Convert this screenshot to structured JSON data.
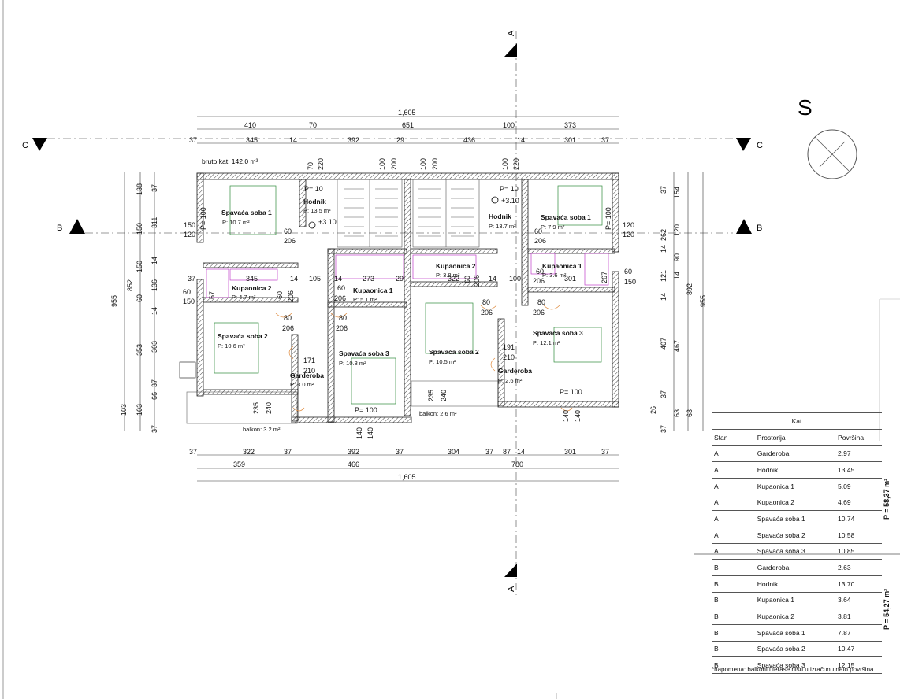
{
  "compass": "S",
  "sections": {
    "a": "A",
    "b": "B",
    "c": "C"
  },
  "bruto": "bruto kat: 142.0 m²",
  "dims_top": {
    "total": "1,605",
    "row2": [
      "410",
      "70",
      "651",
      "100",
      "373"
    ],
    "row3": [
      "37",
      "345",
      "14",
      "392",
      "29",
      "436",
      "14",
      "301",
      "37"
    ]
  },
  "dims_bottom": {
    "row1": [
      "37",
      "322",
      "37",
      "392",
      "37",
      "304",
      "37",
      "87",
      "14",
      "301",
      "37"
    ],
    "row2": [
      "359",
      "466",
      "780"
    ],
    "total": "1,605"
  },
  "dims_left": {
    "outer": "955",
    "mid": "852",
    "col3": [
      "138",
      "150",
      "150",
      "60",
      "353",
      "103"
    ],
    "col4": [
      "37",
      "311",
      "14",
      "136",
      "14",
      "303",
      "37",
      "66",
      "37",
      "103"
    ]
  },
  "dims_right": {
    "outer": "955",
    "mid": "892",
    "col1": [
      "37",
      "262",
      "14",
      "121",
      "14",
      "407",
      "37",
      "26",
      "37"
    ],
    "col2": [
      "154",
      "120",
      "90",
      "14",
      "467",
      "63",
      "63"
    ]
  },
  "openings": {
    "w150": "150",
    "w120": "120",
    "w60": "60",
    "w206": "206",
    "w80": "80",
    "w100": "100",
    "w70": "70",
    "w220": "220",
    "w200": "200",
    "w171": "171",
    "w210": "210",
    "w191": "191",
    "w235": "235",
    "w240": "240",
    "w140": "140",
    "w345": "345",
    "w105": "105",
    "w273": "273",
    "w322": "322",
    "w301": "301",
    "w29": "29",
    "w14": "14",
    "w67": "67",
    "w267": "267",
    "p100": "P= 100",
    "p10": "P= 10",
    "level": "+3.10"
  },
  "rooms": {
    "a_spav1": {
      "name": "Spavaća soba 1",
      "area": "P: 10.7 m²"
    },
    "a_hodnik": {
      "name": "Hodnik",
      "area": "P: 13.5 m²"
    },
    "a_kup2": {
      "name": "Kupaonica 2",
      "area": "P: 4.7 m²"
    },
    "a_kup1": {
      "name": "Kupaonica 1",
      "area": "P: 5.1 m²"
    },
    "a_spav2": {
      "name": "Spavaća soba 2",
      "area": "P: 10.6 m²"
    },
    "a_spav3": {
      "name": "Spavaća soba 3",
      "area": "P: 10.8 m²"
    },
    "a_gard": {
      "name": "Garderoba",
      "area": "P: 3.0 m²"
    },
    "a_balkon": "balkon: 3.2 m²",
    "b_kup2": {
      "name": "Kupaonica 2",
      "area": "P: 3.8 m²"
    },
    "b_hodnik": {
      "name": "Hodnik",
      "area": "P: 13.7 m²"
    },
    "b_spav1": {
      "name": "Spavaća soba 1",
      "area": "P: 7.9 m²"
    },
    "b_kup1": {
      "name": "Kupaonica 1",
      "area": "P: 3.6 m²"
    },
    "b_spav2": {
      "name": "Spavaća soba 2",
      "area": "P: 10.5 m²"
    },
    "b_spav3": {
      "name": "Spavaća soba 3",
      "area": "P: 12.1 m²"
    },
    "b_gard": {
      "name": "Garderoba",
      "area": "P: 2.6 m²"
    },
    "b_balkon": "balkon: 2.6 m²"
  },
  "table": {
    "caption": "Kat",
    "headers": [
      "Stan",
      "Prostorija",
      "Površina"
    ],
    "rows_a": [
      [
        "A",
        "Garderoba",
        "2.97"
      ],
      [
        "A",
        "Hodnik",
        "13.45"
      ],
      [
        "A",
        "Kupaonica 1",
        "5.09"
      ],
      [
        "A",
        "Kupaonica 2",
        "4.69"
      ],
      [
        "A",
        "Spavaća soba 1",
        "10.74"
      ],
      [
        "A",
        "Spavaća soba 2",
        "10.58"
      ],
      [
        "A",
        "Spavaća soba 3",
        "10.85"
      ]
    ],
    "rows_b": [
      [
        "B",
        "Garderoba",
        "2.63"
      ],
      [
        "B",
        "Hodnik",
        "13.70"
      ],
      [
        "B",
        "Kupaonica 1",
        "3.64"
      ],
      [
        "B",
        "Kupaonica 2",
        "3.81"
      ],
      [
        "B",
        "Spavaća soba 1",
        "7.87"
      ],
      [
        "B",
        "Spavaća soba 2",
        "10.47"
      ],
      [
        "B",
        "Spavaća soba 3",
        "12.15"
      ]
    ],
    "sum_a": "P = 58,37 m²",
    "sum_b": "P = 54,27 m²",
    "note": "*napomena: balkoni i terase nisu u izračunu neto površina"
  }
}
